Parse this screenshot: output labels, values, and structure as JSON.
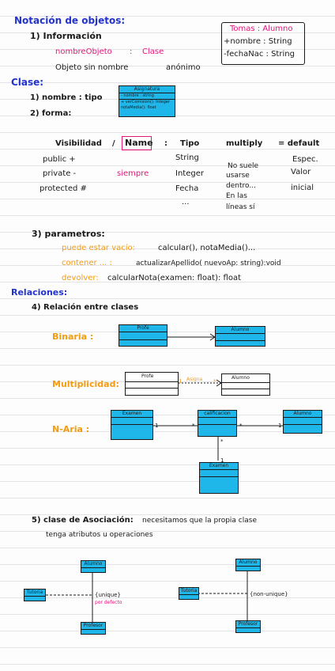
{
  "notacion": {
    "title": "Notación de objetos:",
    "item1": "1) Información",
    "nombre_objeto": "nombreObjeto",
    "clase_sep": ":",
    "clase": "Clase",
    "sin_nombre": "Objeto sin nombre",
    "anonimo": "anónimo",
    "ejemplo": {
      "title": "Tomas : Alumno",
      "line1": "+nombre : String",
      "line2": "-fechaNac : String"
    }
  },
  "clase": {
    "title": "Clase:",
    "item1": "1) nombre : tipo",
    "item2": "2) forma:",
    "box": {
      "header": "Asignatura",
      "attr": "- nombre : string",
      "ops": [
        "+ verComision(): Integer",
        "notaMedia(): float"
      ]
    }
  },
  "tabla": {
    "visibilidad": "Visibilidad",
    "slash": "/",
    "name": "Name",
    "colon": ":",
    "tipo": "Tipo",
    "multiply": "multiply",
    "eq_default": "= default",
    "vis_items": [
      "public  +",
      "private  -",
      "protected #"
    ],
    "siempre": "siempre",
    "tipo_items": [
      "String",
      "Integer",
      "Fecha",
      "..."
    ],
    "multiply_items": [
      "No suele",
      "usarse",
      "dentro...",
      "En las",
      "líneas sí"
    ],
    "default_items": [
      "Espec.",
      "Valor",
      "inicial"
    ]
  },
  "parametros": {
    "title": "3) parametros:",
    "rows": [
      {
        "label": "puede estar vacío:",
        "value": "calcular(), notaMedia()..."
      },
      {
        "label": "contener ... :",
        "value": "actualizarApellido( nuevoAp: string):void"
      },
      {
        "label": "devolver:",
        "value": "calcularNota(examen: float): float"
      }
    ]
  },
  "relaciones": {
    "title": "Relaciones:",
    "item4": "4) Relación entre clases",
    "binaria": "Binaria :",
    "multiplicidad": "Multiplicidad:",
    "naria": "N-Aria :",
    "profe": "Profe",
    "alumno": "Alumno",
    "asigna": "Asigna",
    "mult_star": "*",
    "mult_one": "1",
    "examen": "Examen",
    "calificacion": "calificacion",
    "alumno2": "Alumno",
    "examen2": "Examen"
  },
  "asociacion": {
    "title": "5) clase de Asociación:",
    "text1": "necesitamos que la propia clase",
    "text2": "tenga atributos u operaciones",
    "left": {
      "alumno": "Alumno",
      "tutoria": "Tutoria",
      "profesor": "Profesor",
      "label": "{unique}",
      "sub": "por defecto"
    },
    "right": {
      "alumno": "Alumno",
      "tutoria": "Tutoria",
      "profesor": "Profesor",
      "label": "{non-unique}"
    }
  }
}
